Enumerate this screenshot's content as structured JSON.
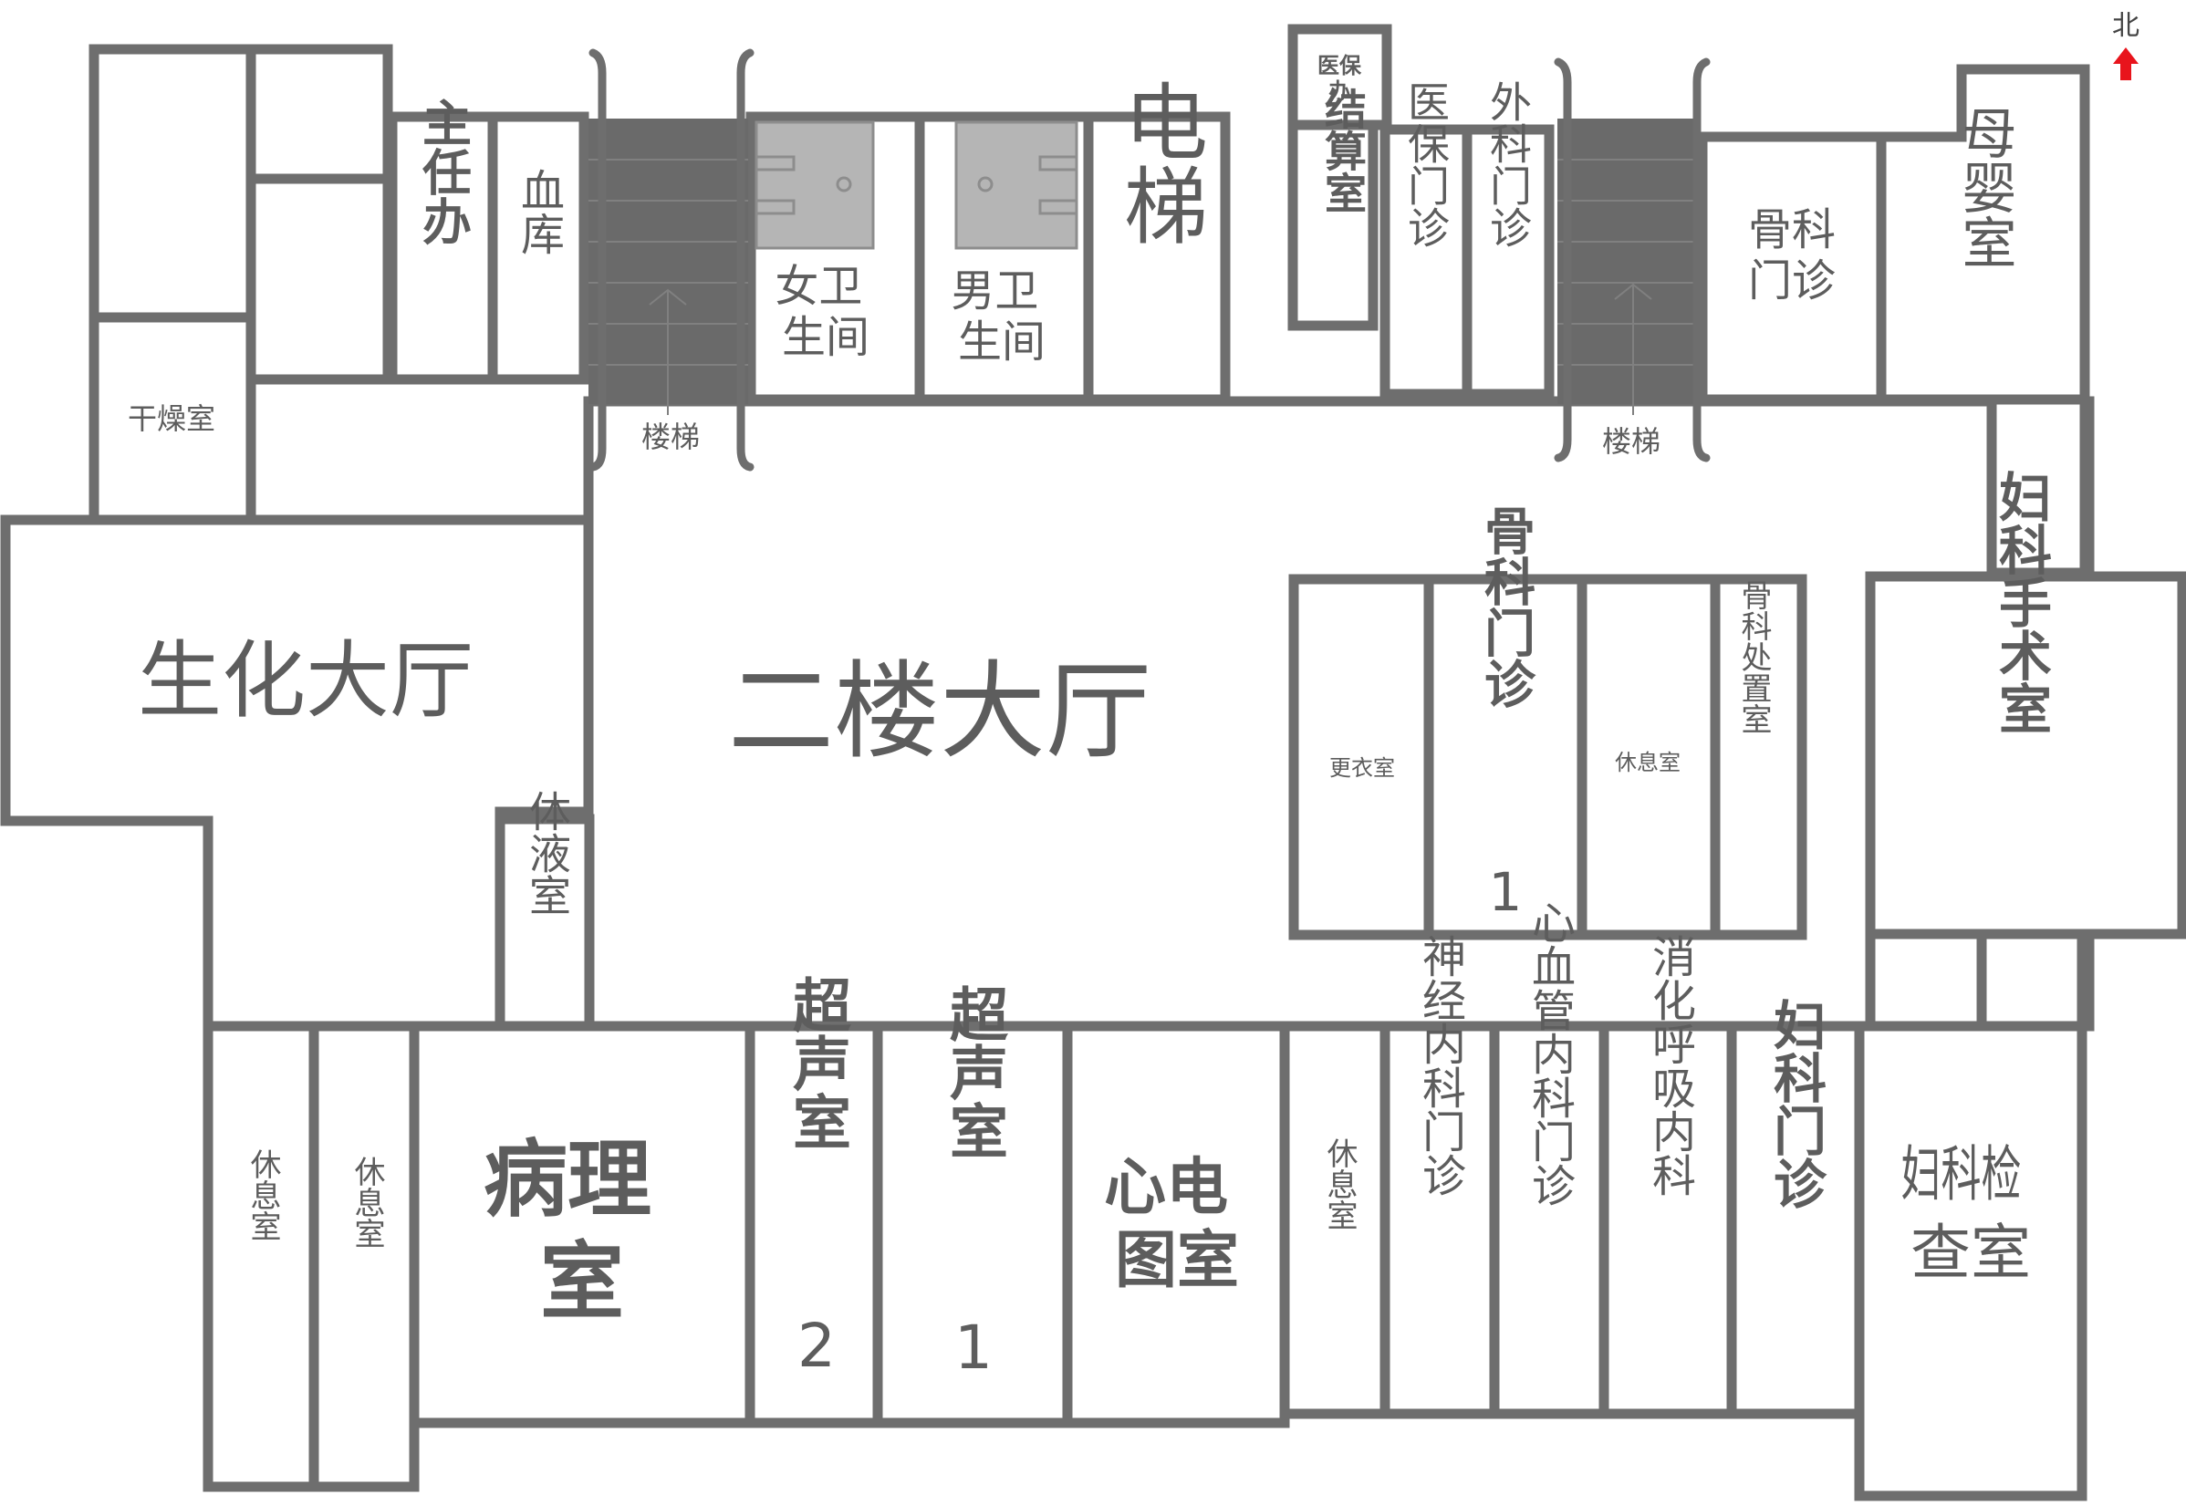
{
  "plan": {
    "halls": {
      "biochem_hall": "生化大厅",
      "second_floor_hall": "二楼大厅"
    },
    "north_left": {
      "dry_room": "干燥室",
      "director_office": "主任办",
      "blood_bank": "血库",
      "stairs": "楼梯",
      "womens_restroom": "女卫生间",
      "mens_restroom": "男卫生间",
      "elevator": "电梯"
    },
    "north_right": {
      "insurance_office": "医保办",
      "settlement_room": "结算室",
      "insurance_clinic": "医保门诊",
      "surgery_clinic": "外科门诊",
      "stairs": "楼梯",
      "ortho_clinic": "骨科门诊",
      "maternal_room": "母婴室"
    },
    "middle": {
      "body_fluid_room": "体液室",
      "changing_room": "更衣室",
      "ortho_clinic_1_name": "骨科门诊",
      "ortho_clinic_1_num": "1",
      "rest_room": "休息室",
      "ortho_treatment": "骨科处置室",
      "gyn_surgery": "妇科手术室"
    },
    "south": {
      "rest_room_a": "休息室",
      "rest_room_b": "休息室",
      "pathology": "病理室",
      "ultrasound_2_name": "超声室",
      "ultrasound_2_num": "2",
      "ultrasound_1_name": "超声室",
      "ultrasound_1_num": "1",
      "ecg_room": "心电图室",
      "rest_room_c": "休息室",
      "neurology": "神经内科门诊",
      "cardiology": "心血管内科门诊",
      "gastro_resp": "消化呼吸内科",
      "gyn_clinic": "妇科门诊",
      "gyn_exam": "妇科检查室"
    },
    "compass": {
      "north": "北",
      "arrow_color": "#e8141c"
    },
    "colors": {
      "wall": "#6e6e6e",
      "text": "#5d5d5d",
      "stair_fill": "#6a6a6a",
      "fixture": "#b5b5b5"
    }
  }
}
